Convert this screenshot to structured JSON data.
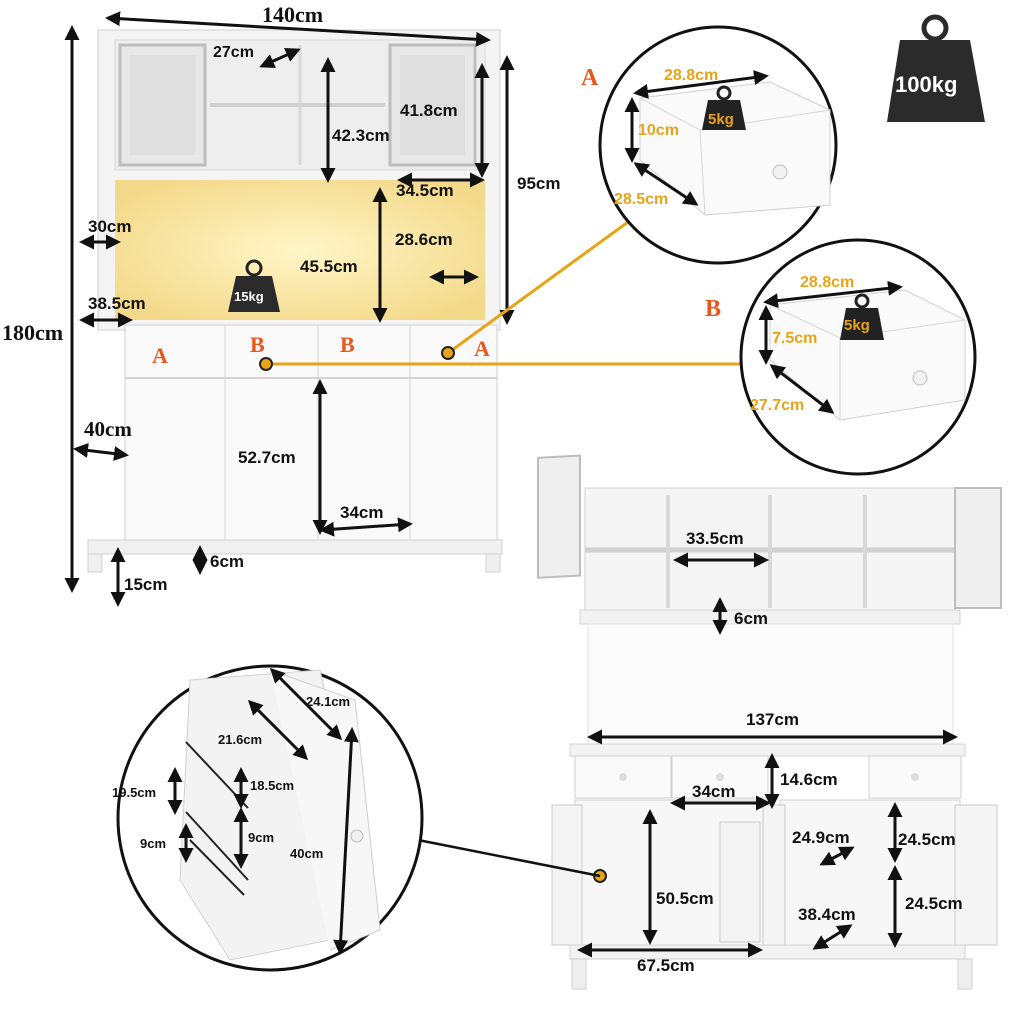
{
  "weight_badge": {
    "label": "100kg",
    "icon": "weight-icon"
  },
  "front_view": {
    "width": "140cm",
    "height": "180cm",
    "depth_labels": [
      "30cm",
      "38.5cm",
      "40cm"
    ],
    "top_cubby_width": "27cm",
    "top_cabinet_height": "42.3cm",
    "glass_door_height": "41.8cm",
    "glass_door_width": "34.5cm",
    "upper_height": "95cm",
    "open_shelf_height": "45.5cm",
    "open_shelf_depth": "28.6cm",
    "shelf_load": "15kg",
    "lower_door_height": "52.7cm",
    "lower_door_width": "34cm",
    "base_height": "6cm",
    "leg_height": "15cm",
    "drawer_markers": [
      "A",
      "B",
      "B",
      "A"
    ]
  },
  "drawer_a": {
    "marker": "A",
    "width": "28.8cm",
    "height": "10cm",
    "depth": "28.5cm",
    "load": "5kg"
  },
  "drawer_b": {
    "marker": "B",
    "width": "28.8cm",
    "height": "7.5cm",
    "depth": "27.7cm",
    "load": "5kg"
  },
  "open_view": {
    "cubby_width": "33.5cm",
    "shelf_gap": "6cm",
    "inner_width": "137cm",
    "drawer_height": "14.6cm",
    "drawer_width": "34cm",
    "cabinet_height": "50.5cm",
    "cabinet_width": "67.5cm",
    "side_depth": "24.9cm",
    "side_width": "38.4cm",
    "side_shelf_upper": "24.5cm",
    "side_shelf_lower": "24.5cm"
  },
  "door_detail": {
    "rack_width": "24.1cm",
    "rack_inner": "21.6cm",
    "rack_height_a": "19.5cm",
    "rack_height_b": "18.5cm",
    "rack_gap_a": "9cm",
    "rack_gap_b": "9cm",
    "door_height": "40cm"
  }
}
